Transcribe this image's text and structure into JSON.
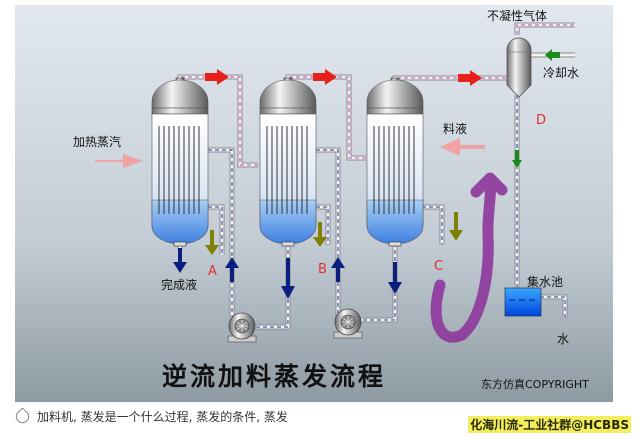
{
  "diagram": {
    "title": "逆流加料蒸发流程",
    "copyright": "东方仿真COPYRIGHT",
    "labels": {
      "heating_steam": "加热蒸汽",
      "finished_liquor": "完成液",
      "feed_liquor": "料液",
      "non_condensable_gas": "不凝性气体",
      "cooling_water": "冷却水",
      "water_tank": "集水池",
      "water": "水"
    },
    "letters": {
      "a": "A",
      "b": "B",
      "c": "C",
      "d": "D"
    },
    "colors": {
      "vapor": "#e8201c",
      "liquid": "#0a1e80",
      "condensate": "#808000",
      "feed": "#f49a9a",
      "annotation": "#8e3a9c",
      "cooling": "#1a8a1a"
    }
  },
  "tags": {
    "items": "加料机, 蒸发是一个什么过程, 蒸发的条件, 蒸发"
  },
  "watermark": "化海川流-工业社群@HCBBS"
}
